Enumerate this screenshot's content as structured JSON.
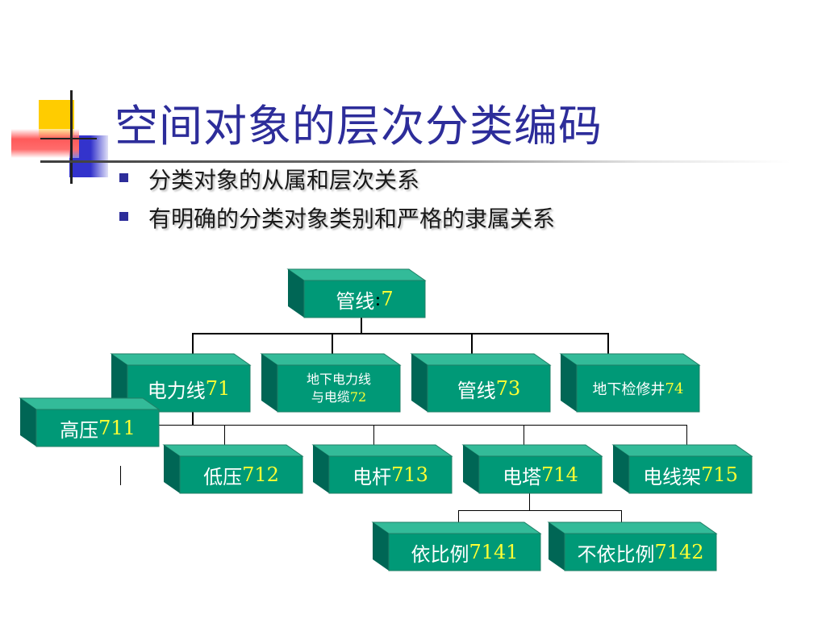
{
  "slide": {
    "title": "空间对象的层次分类编码",
    "bullets": [
      "分类对象的从属和层次关系",
      "有明确的分类对象类别和严格的隶属关系"
    ]
  },
  "colors": {
    "title": "#2d2d9a",
    "bullet_marker": "#2d2d9a",
    "box_front": "#009977",
    "box_top": "#33bb99",
    "box_side": "#006655",
    "code": "#ffff33",
    "label": "#ffffff",
    "deco_yellow": "#ffcc00",
    "deco_blue": "#3333cc",
    "deco_red": "#ff6666"
  },
  "diagram": {
    "root": {
      "name": "管线",
      "sep": ":",
      "code": "7"
    },
    "level2": [
      {
        "name": "电力线",
        "code": "71"
      },
      {
        "name_line1": "地下电力线",
        "name_line2": "与电缆",
        "code": "72"
      },
      {
        "name": "管线",
        "code": "73"
      },
      {
        "name": "地下检修井",
        "code": "74"
      }
    ],
    "level3": [
      {
        "name": "高压",
        "code": "711"
      },
      {
        "name": "低压",
        "code": "712"
      },
      {
        "name": "电杆",
        "code": "713"
      },
      {
        "name": "电塔",
        "code": "714"
      },
      {
        "name": "电线架",
        "code": "715"
      }
    ],
    "level4": [
      {
        "name": "依比例",
        "code": "7141"
      },
      {
        "name": "不依比例",
        "code": "7142"
      }
    ]
  }
}
